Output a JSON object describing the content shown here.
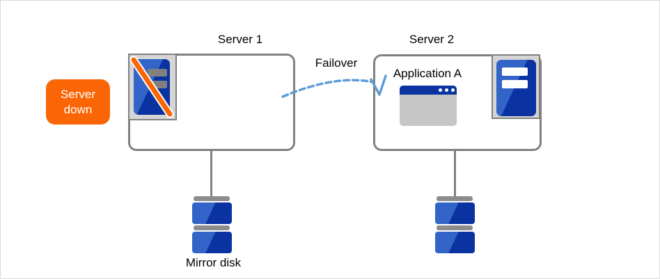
{
  "labels": {
    "server1_title": "Server 1",
    "server2_title": "Server 2",
    "failover": "Failover",
    "application": "Application A",
    "mirror_disk": "Mirror disk"
  },
  "badge": {
    "line1": "Server",
    "line2": "down"
  },
  "icons": {
    "server1": "server-down-icon",
    "server1_slash": "slash-icon",
    "server2": "server-icon",
    "application": "app-window-icon",
    "disk1": "mirror-disk-icon",
    "disk2": "mirror-disk-icon",
    "failover": "curved-dashed-arrow-icon"
  },
  "colors": {
    "badge_orange": "#fa6605",
    "slash_orange": "#fa6605",
    "server_blue_light": "#3365c9",
    "server_blue_dark": "#0a32a0",
    "app_titlebar_blue": "#0b34a3",
    "app_body_gray": "#c6c6c6",
    "arrow_blue": "#5b9bd5",
    "outline_gray": "#808080",
    "icon_bg_gray": "#d5d5d5",
    "disk_bar_gray": "#8c8c8c"
  }
}
